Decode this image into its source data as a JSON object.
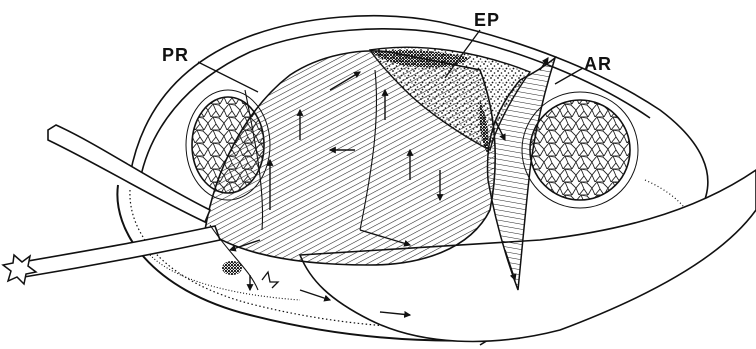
{
  "figure": {
    "labels": {
      "pr": "PR",
      "ep": "EP",
      "ar": "AR"
    }
  },
  "colors": {
    "ink": "#111111",
    "paper": "#ffffff"
  }
}
